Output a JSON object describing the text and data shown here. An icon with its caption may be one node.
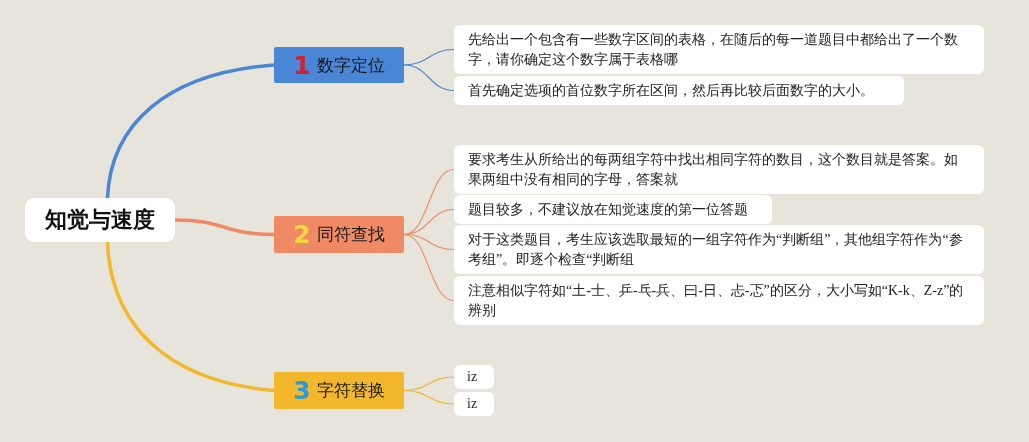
{
  "diagram": {
    "nodes": [
      {
        "text": [
          "知觉与速度"
        ]
      },
      {
        "text": [
          "1",
          "数字定位"
        ]
      },
      {
        "text": [
          "先给出一个包含有一些数字区间的表格，在随后的每一道题目中都给出了一个数字，请你确定这个数字属于表格哪"
        ]
      },
      {
        "text": [
          "首先确定选项的首位数字所在区间，然后再比较后面数字的大小。"
        ]
      },
      {
        "text": [
          "2",
          "同符查找"
        ]
      },
      {
        "text": [
          "要求考生从所给出的每两组字符中找出相同字符的数目，这个数目就是答案。如果两组中没有相同的字母，答案就"
        ]
      },
      {
        "text": [
          "题目较多，不建议放在知觉速度的第一位答题"
        ]
      },
      {
        "text": [
          "对于这类题目，考生应该选取最短的一组字符作为“判断组”，其他组字符作为“参考组”。即逐个检查“判断组"
        ]
      },
      {
        "text": [
          "注意相似字符如“土-士、乒-乓-兵、曰-日、忐-忑”的区分，大小写如“K-k、Z-z”的辨别"
        ]
      },
      {
        "text": [
          "3",
          "字符替换"
        ]
      },
      {
        "text": [
          "iz"
        ]
      },
      {
        "text": [
          "iz"
        ]
      }
    ],
    "edges": [
      {
        "from": 0,
        "to": 1,
        "arrow": "none",
        "style": "thick",
        "color": "#4a86d6"
      },
      {
        "from": 1,
        "to": 2,
        "arrow": "none",
        "color": "#4a86d6"
      },
      {
        "from": 1,
        "to": 3,
        "arrow": "none",
        "color": "#4a86d6"
      },
      {
        "from": 0,
        "to": 4,
        "arrow": "none",
        "style": "thick"
      },
      {
        "from": 4,
        "to": 5,
        "arrow": "none"
      },
      {
        "from": 4,
        "to": 6,
        "arrow": "none"
      },
      {
        "from": 4,
        "to": 7,
        "arrow": "none"
      },
      {
        "from": 4,
        "to": 8,
        "arrow": "none"
      },
      {
        "from": 0,
        "to": 9,
        "arrow": "none",
        "style": "thick",
        "color": "#f2b72a"
      },
      {
        "from": 9,
        "to": 10,
        "arrow": "none",
        "color": "#f2b72a"
      },
      {
        "from": 9,
        "to": 11,
        "arrow": "none",
        "color": "#f2b72a"
      }
    ]
  }
}
